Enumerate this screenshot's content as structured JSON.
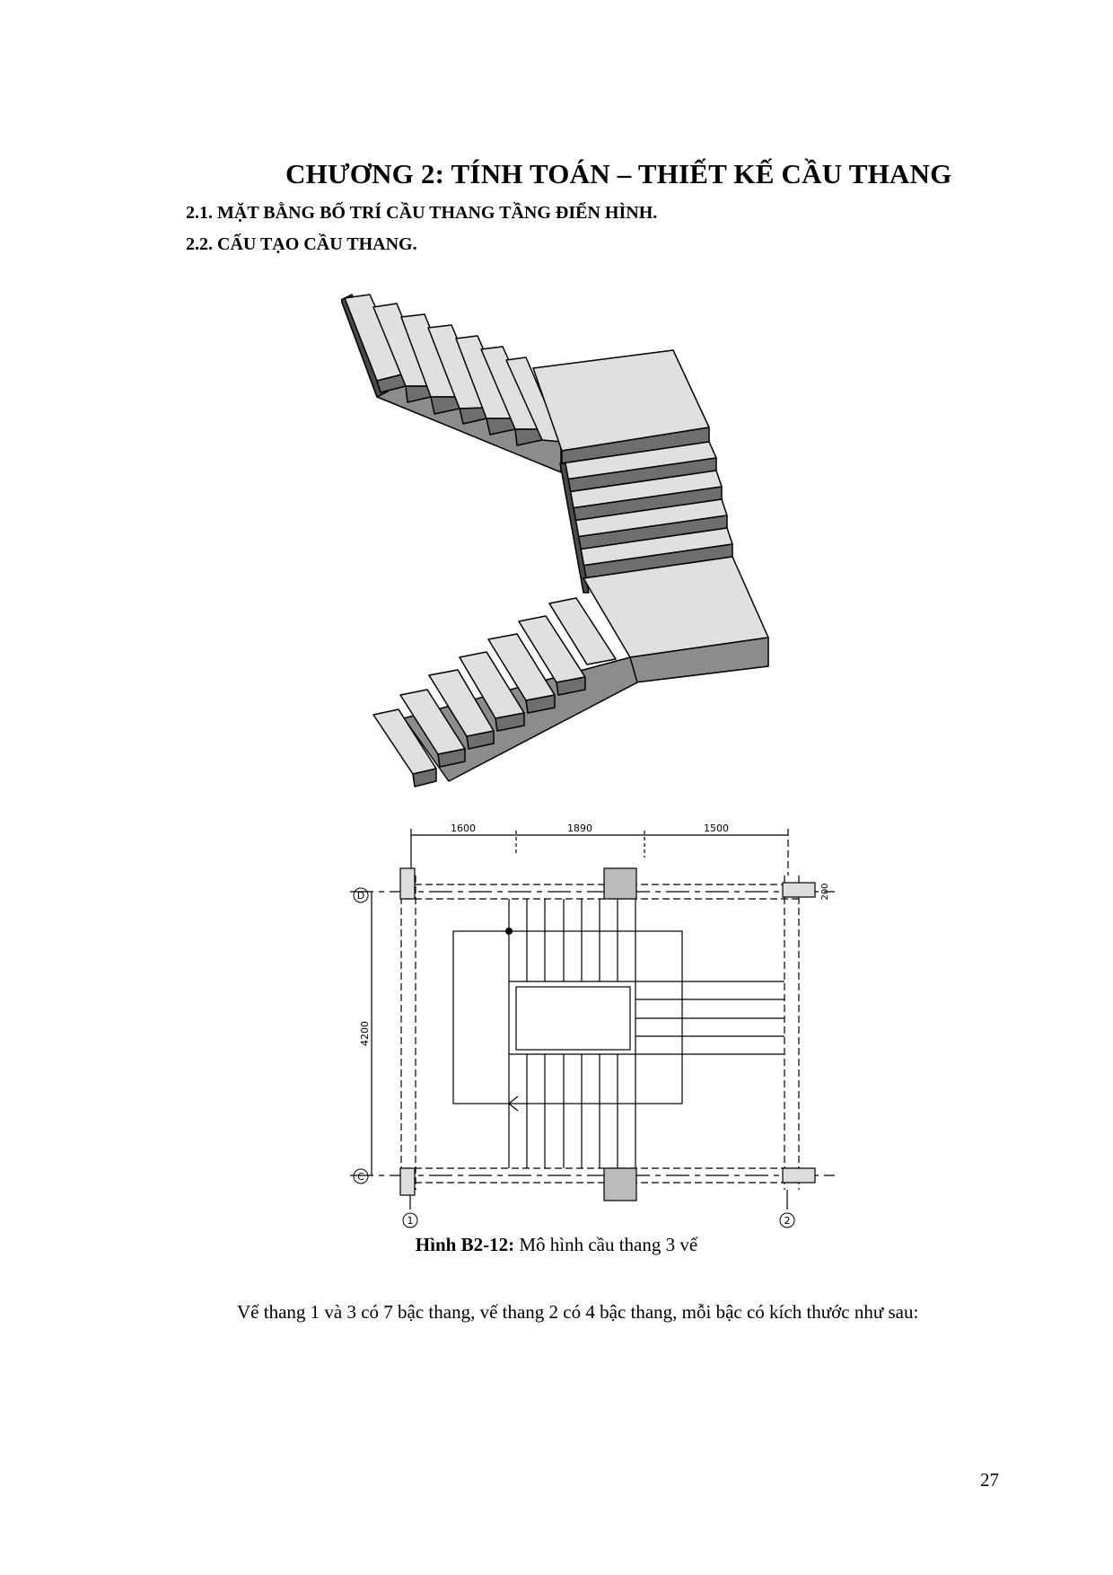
{
  "document": {
    "chapter_title": "CHƯƠNG 2: TÍNH TOÁN – THIẾT KẾ CẦU THANG",
    "sections": [
      {
        "number": "2.1.",
        "title": "MẶT BẰNG BỐ TRÍ CẦU THANG TẦNG ĐIỂN HÌNH."
      },
      {
        "number": "2.2.",
        "title": "CẤU TẠO CẦU THANG."
      }
    ],
    "figure": {
      "label": "Hình B2-12:",
      "caption": "Mô hình cầu thang 3 vế",
      "plan": {
        "dimensions_horizontal": [
          "1600",
          "1890",
          "1500"
        ],
        "dimension_vertical": "4200",
        "dimension_wall": "200",
        "grid_axes_rows": [
          "D",
          "C"
        ],
        "grid_axes_cols": [
          "1",
          "2"
        ]
      }
    },
    "paragraph": "Vế thang 1 và 3 có 7 bậc thang, vế thang 2 có 4 bậc thang, mỗi bậc có kích thước như sau:",
    "page_number": "27"
  },
  "colors": {
    "tread": "#e0e0e0",
    "riser": "#6e6e6e",
    "side": "#8c8c8c",
    "dark_side": "#4a4a4a"
  }
}
